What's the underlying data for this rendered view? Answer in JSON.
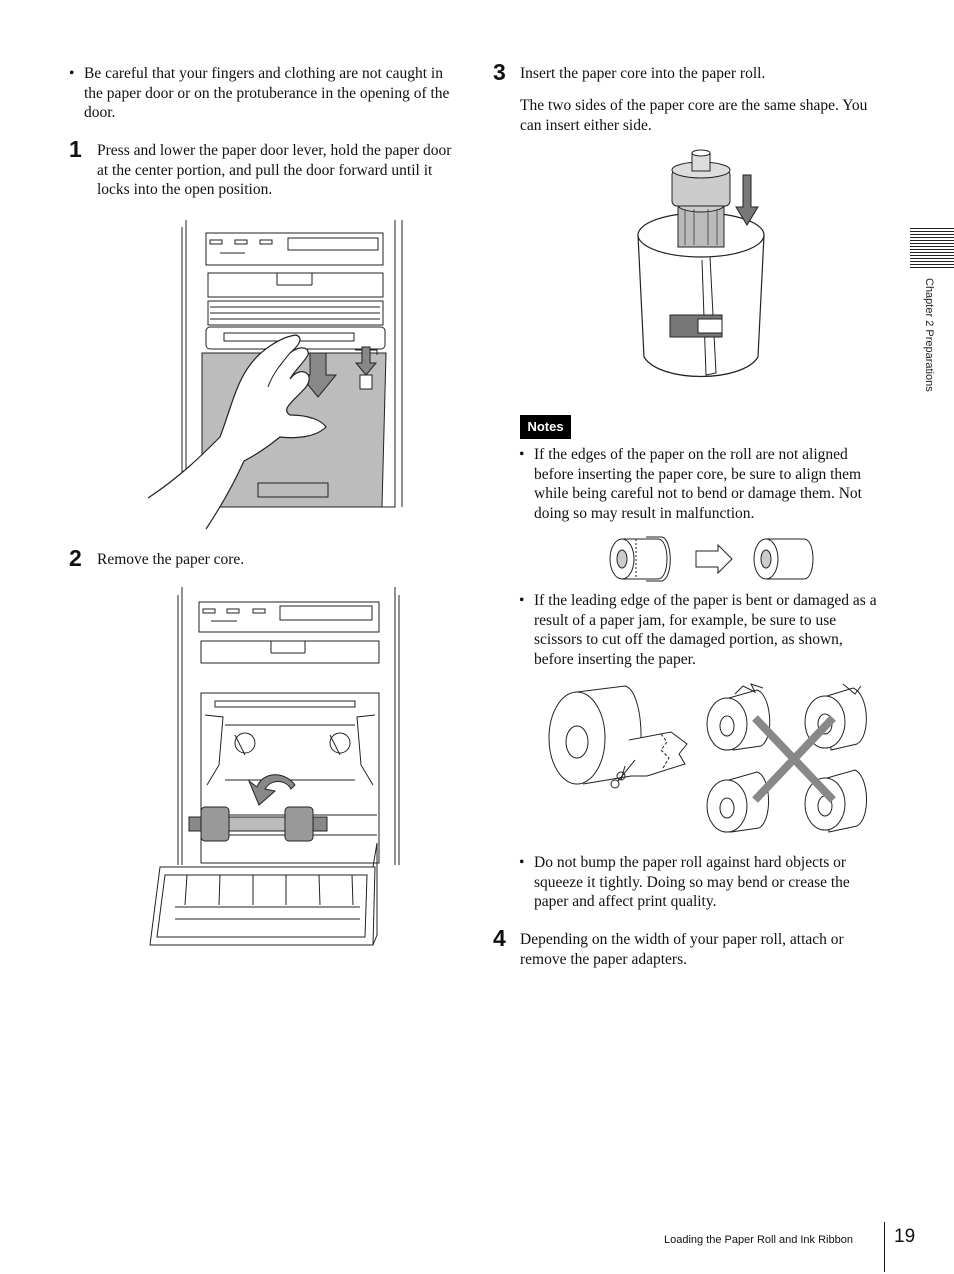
{
  "left_column": {
    "intro_bullet": "Be careful that your fingers and clothing are not caught in the paper door or on the protuberance in the opening of the door.",
    "step1": {
      "number": "1",
      "text": "Press and lower the paper door lever, hold the paper door at the center portion, and pull the door forward until it locks into the open position."
    },
    "step2": {
      "number": "2",
      "text": "Remove the paper core."
    }
  },
  "right_column": {
    "step3": {
      "number": "3",
      "text": "Insert the paper core into the paper roll.",
      "subtext": "The two sides of the paper core are the same shape. You can insert either side."
    },
    "notes_label": "Notes",
    "notes": [
      "If the edges of the paper on the roll are not aligned before inserting the paper core, be sure to align them while being careful not to bend or damage them. Not doing so may result in malfunction.",
      "If the leading edge of the paper is bent or damaged as a result of a paper jam, for example, be sure to use scissors to cut off the damaged portion, as shown, before inserting the paper.",
      "Do not bump the paper roll against hard objects or squeeze it tightly. Doing so may bend or crease the paper and affect print quality."
    ],
    "step4": {
      "number": "4",
      "text": "Depending on the width of your paper roll, attach or remove the paper adapters."
    }
  },
  "side_tab": {
    "label": "Chapter 2  Preparations"
  },
  "footer": {
    "section_title": "Loading the Paper Roll and Ink Ribbon",
    "page_number": "19"
  }
}
